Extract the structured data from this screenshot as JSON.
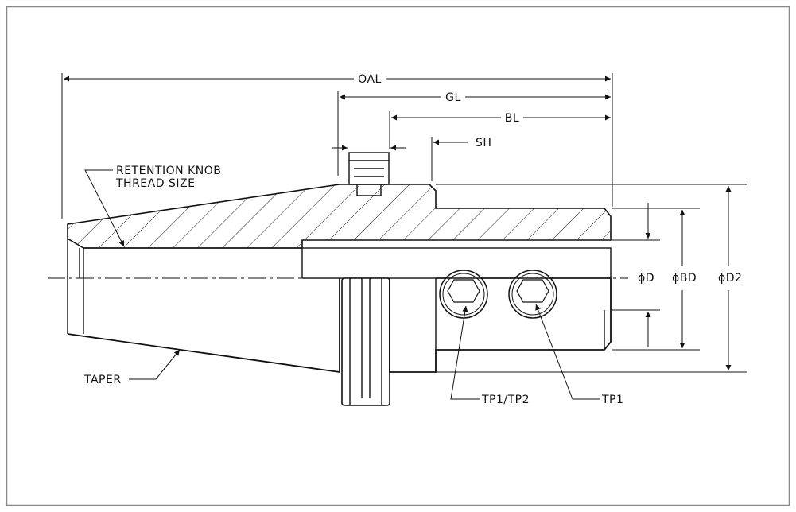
{
  "labels": {
    "oal": "OAL",
    "gl": "GL",
    "bl": "BL",
    "sh": "SH",
    "retention_knob_line1": "RETENTION KNOB",
    "retention_knob_line2": "THREAD SIZE",
    "taper": "TAPER",
    "d": "ϕD",
    "bd": "ϕBD",
    "d2": "ϕD2",
    "tp1_tp2": "TP1/TP2",
    "tp1": "TP1"
  }
}
